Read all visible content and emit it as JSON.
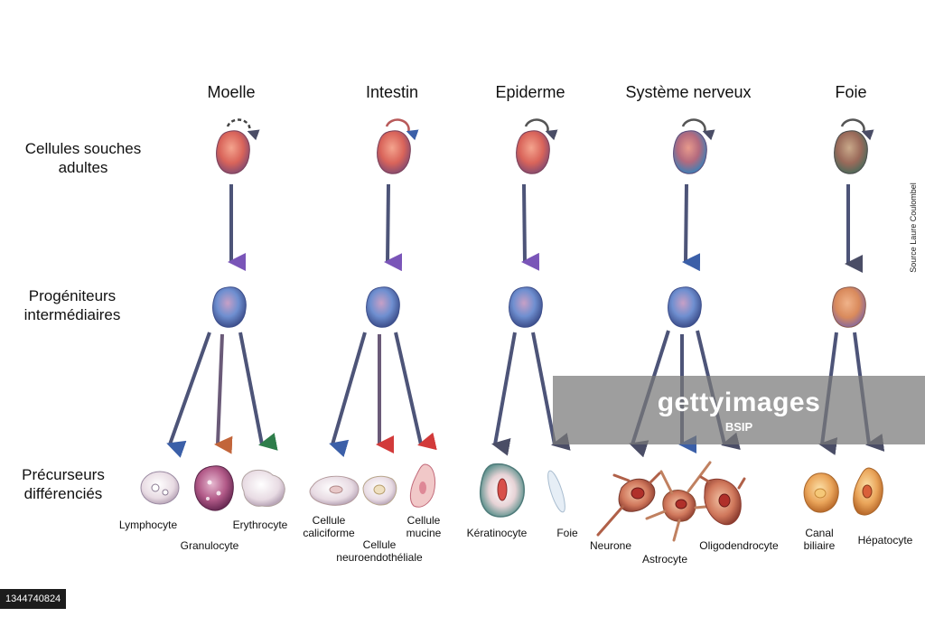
{
  "columns": [
    {
      "title": "Moelle"
    },
    {
      "title": "Intestin"
    },
    {
      "title": "Epiderme"
    },
    {
      "title": "Système nerveux"
    },
    {
      "title": "Foie"
    }
  ],
  "row_labels": {
    "stem_line1": "Cellules souches",
    "stem_line2": "adultes",
    "prog_line1": "Progéniteurs",
    "prog_line2": "intermédiaires",
    "prec_line1": "Précurseurs",
    "prec_line2": "différenciés"
  },
  "cell_labels": {
    "lymphocyte": "Lymphocyte",
    "granulocyte": "Granulocyte",
    "erythrocyte": "Erythrocyte",
    "caliciforme_1": "Cellule",
    "caliciforme_2": "caliciforme",
    "neuro_1": "Cellule",
    "neuro_2": "neuroendothéliale",
    "mucine_1": "Cellule",
    "mucine_2": "mucine",
    "keratinocyte": "Kératinocyte",
    "foie_epi": "Foie",
    "neurone": "Neurone",
    "astrocyte": "Astrocyte",
    "oligodendrocyte": "Oligodendrocyte",
    "canal_1": "Canal",
    "canal_2": "biliaire",
    "hepatocyte": "Hépatocyte"
  },
  "source": "Source Laure Coulombel",
  "watermark": {
    "main": "gettyimages",
    "sub": "BSIP"
  },
  "image_id": "1344740824",
  "colors": {
    "arrow_dark": "#4a4d66",
    "arrow_purple": "#7a55b8",
    "arrow_blue": "#3b5fa8",
    "arrow_red": "#d23a3a",
    "arrow_green": "#2e7d4a",
    "arrow_orange": "#c2653a",
    "stem_cell": "#d9645a",
    "progenitor_cell": "#6f8fd0"
  }
}
